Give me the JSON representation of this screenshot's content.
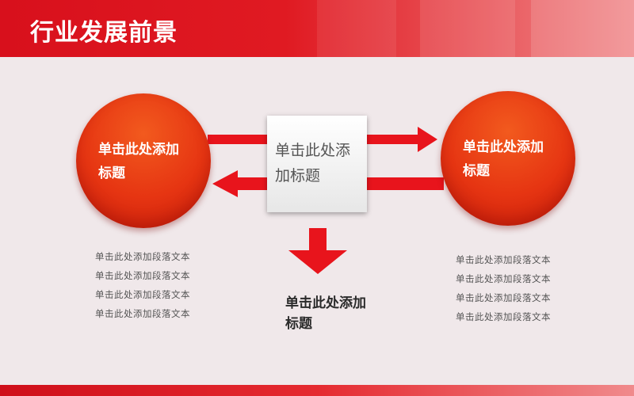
{
  "header": {
    "title": "行业发展前景"
  },
  "left_circle": {
    "text": "单击此处添加标题"
  },
  "right_circle": {
    "text": "单击此处添加标题"
  },
  "center_box": {
    "text": "单击此处添加标题"
  },
  "bottom_center": {
    "heading": "单击此处添加标题"
  },
  "left_paragraph": {
    "text": "单击此处添加段落文本单击此处添加段落文本单击此处添加段落文本单击此处添加段落文本"
  },
  "right_paragraph": {
    "text": "单击此处添加段落文本单击此处添加段落文本单击此处添加段落文本单击此处添加段落文本"
  },
  "colors": {
    "accent": "#e01a22",
    "circle": "#e63512",
    "arrow": "#e8141c"
  }
}
